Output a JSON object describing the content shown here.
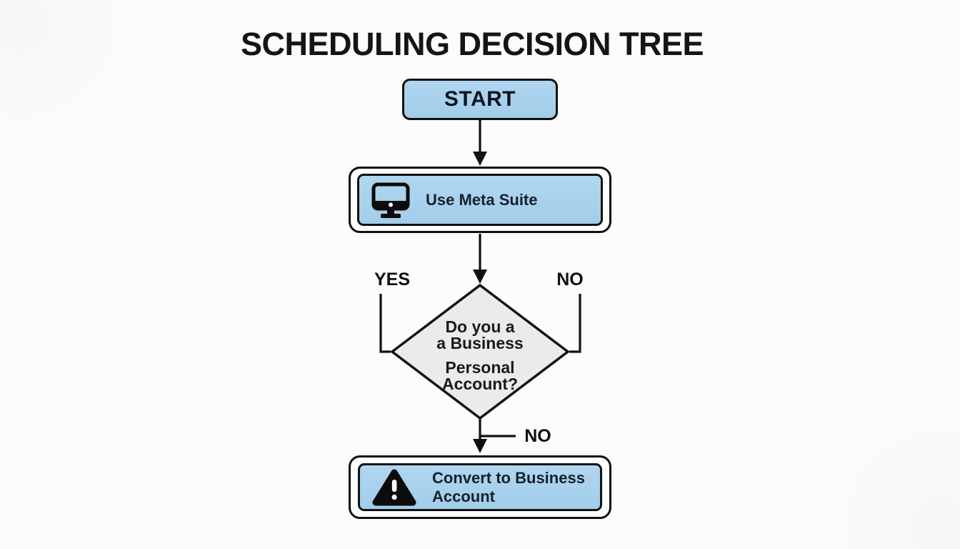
{
  "title": "SCHEDULING DECISION TREE",
  "flowchart": {
    "start": {
      "label": "START"
    },
    "process": {
      "label": "Use Meta Suite",
      "icon": "monitor-icon"
    },
    "decision": {
      "lines": [
        "Do you a",
        "a Business",
        "Personal",
        "Account?"
      ]
    },
    "result": {
      "line1": "Convert to Business",
      "line2": "Account",
      "icon": "warning-icon"
    },
    "edges": {
      "yes_label": "YES",
      "no_label": "NO",
      "no_branch_label": "NO"
    }
  },
  "colors": {
    "node_fill": "#a6cfeb",
    "decision_fill": "#ebebe9",
    "line": "#111111",
    "background": "#fcfcfc",
    "label_text": "#16202c"
  }
}
